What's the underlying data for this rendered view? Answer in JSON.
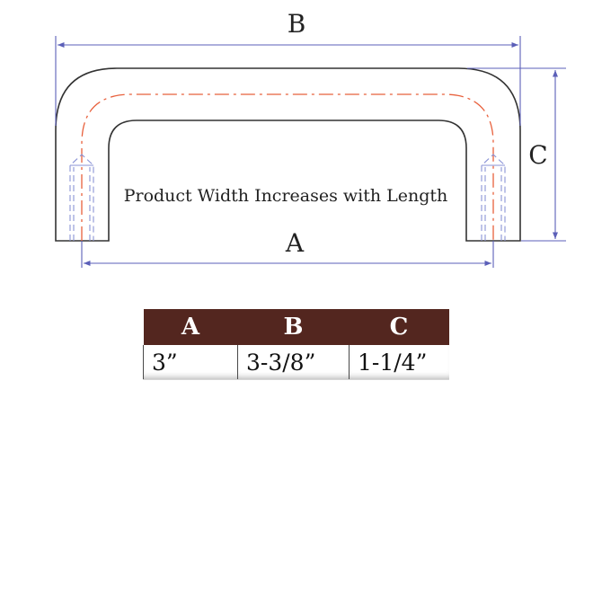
{
  "labels": {
    "b": "B",
    "c": "C",
    "a": "A",
    "note": "Product Width Increases with Length"
  },
  "table": {
    "headers": [
      "A",
      "B",
      "C"
    ],
    "row": [
      "3”",
      "3-3/8”",
      "1-1/4”"
    ]
  },
  "colors": {
    "outline": "#333333",
    "centerline": "#e8603c",
    "dimension": "#5b5fb8",
    "thread": "#8a93d6",
    "table_header": "#53261f"
  }
}
